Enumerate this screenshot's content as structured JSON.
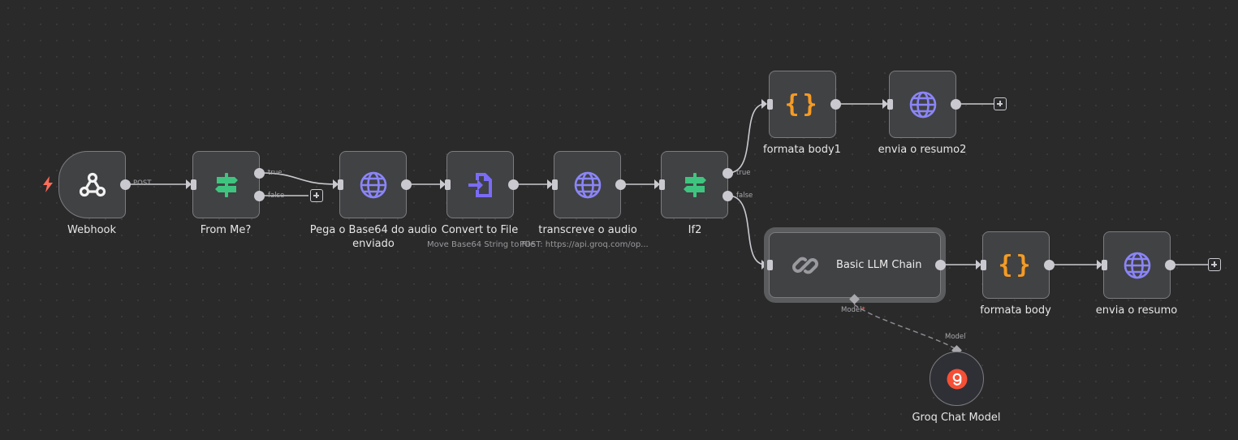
{
  "nodes": {
    "webhook": {
      "label": "Webhook",
      "output_label": "POST"
    },
    "from_me": {
      "label": "From Me?",
      "true_label": "true",
      "false_label": "false"
    },
    "pega": {
      "label_line1": "Pega o Base64 do audio",
      "label_line2": "enviado"
    },
    "convert": {
      "label": "Convert to File",
      "sublabel": "Move Base64 String to File"
    },
    "transcreve": {
      "label": "transcreve o audio",
      "sublabel": "POST: https://api.groq.com/op..."
    },
    "if2": {
      "label": "If2",
      "true_label": "true",
      "false_label": "false"
    },
    "formata_body1": {
      "label": "formata body1"
    },
    "envia_resumo2": {
      "label": "envia o resumo2"
    },
    "basic_llm": {
      "label": "Basic LLM Chain",
      "model_label": "Model",
      "required_mark": "*"
    },
    "formata_body": {
      "label": "formata body"
    },
    "envia_resumo": {
      "label": "envia o resumo"
    },
    "groq": {
      "label": "Groq Chat Model",
      "model_label": "Model"
    }
  },
  "colors": {
    "canvas": "#2a2a2b",
    "node_bg": "#414244",
    "node_border": "#7c7c80",
    "edge": "#c9c9cf",
    "trigger_bolt": "#ff6d5a",
    "globe_icon": "#8b85f8",
    "filter_icon": "#3fc47f",
    "convert_icon": "#7b6cf6",
    "json_icon": "#f59b24",
    "groq_icon": "#f55036"
  },
  "icons": {
    "webhook": "webhook-icon",
    "filter": "signpost-icon",
    "http": "globe-icon",
    "convert": "file-arrow-icon",
    "json": "curly-braces-icon",
    "chain": "chain-link-icon",
    "groq": "groq-logo-icon",
    "trigger": "lightning-icon",
    "add": "plus-icon"
  }
}
